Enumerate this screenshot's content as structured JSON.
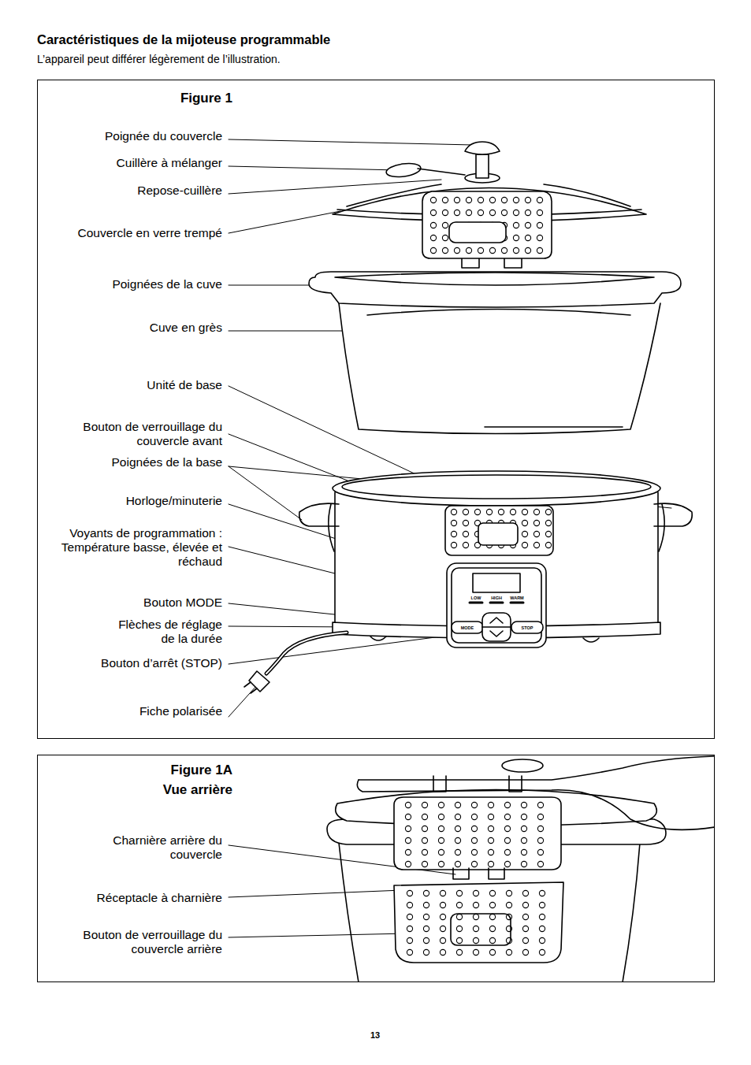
{
  "diagram": {
    "title": "Caractéristiques de la mijoteuse programmable",
    "nodes": [
      {
        "text": [
          "Figure 1"
        ]
      },
      {
        "text": [
          "Figure 1A Vue arrière"
        ]
      }
    ],
    "labels": [
      "L’appareil peut différer légèrement de l’illustration.",
      "Poignée du couvercle",
      "Cuillère à mélanger",
      "Repose-cuillère",
      "Couvercle en verre trempé",
      "Poignées de la cuve",
      "Cuve en grès",
      "Unité de base",
      "Bouton de verrouillage du couvercle avant",
      "Poignées de la base",
      "Horloge/minuterie",
      "Voyants de programmation : Température basse, élevée et réchaud",
      "Bouton MODE",
      "Flèches de réglage de la durée",
      "Bouton d’arrêt (STOP)",
      "Fiche polarisée",
      "Charnière arrière du couvercle",
      "Réceptacle à charnière",
      "Bouton de verrouillage du couvercle arrière",
      "LOW",
      "HIGH",
      "WARM",
      "MODE",
      "STOP",
      "13"
    ]
  }
}
